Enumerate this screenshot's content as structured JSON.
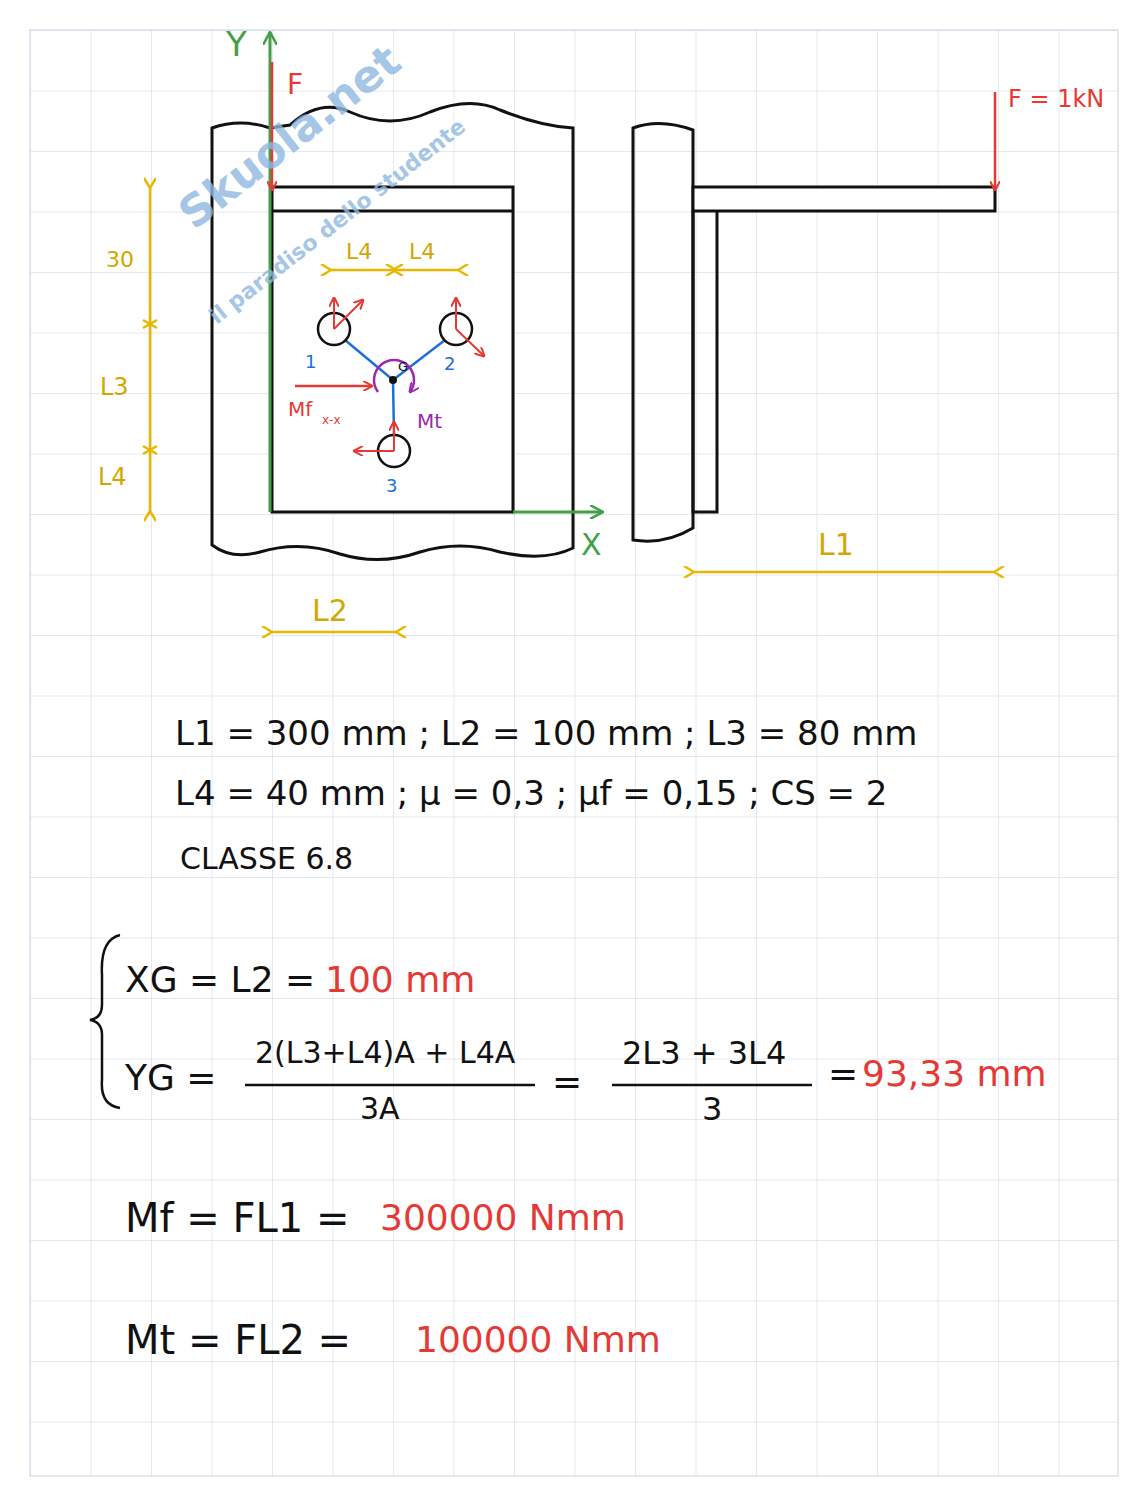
{
  "diagram": {
    "labels": [
      "Y",
      "F",
      "F = 1kN",
      "30",
      "L4",
      "L4",
      "L3",
      "L4",
      "1",
      "2",
      "3",
      "G",
      "Mf",
      "x-x",
      "Mt",
      "X",
      "L2",
      "L1",
      "L1 = 300 mm ; L2 = 100 mm ; L3 = 80 mm",
      "L4 = 40 mm ; μ = 0,3 ; μf = 0,15 ; CS = 2",
      "CLASSE 6.8",
      "XG = L2 =",
      "100 mm",
      "YG =",
      "2(L3+L4)A + L4A",
      "3A",
      "=",
      "2L3 + 3L4",
      "3",
      "=",
      "93,33 mm",
      "Mf = FL1 =",
      "300000 Nmm",
      "Mt = FL2 =",
      "100000 Nmm",
      "Skuola.net",
      "il paradiso dello studente"
    ]
  }
}
